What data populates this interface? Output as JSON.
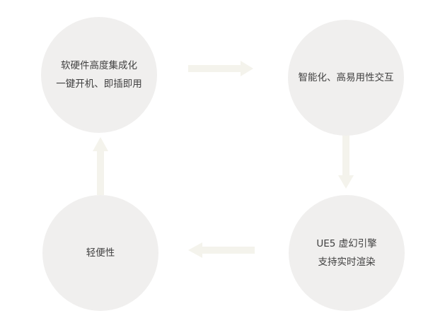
{
  "nodes": {
    "top_left": {
      "line1": "软硬件高度集成化",
      "line2": "一键开机、即插即用"
    },
    "top_right": {
      "line1": "智能化、高易用性交互"
    },
    "bottom_right": {
      "line1": "UE5 虚幻引擎",
      "line2": "支持实时渲染"
    },
    "bottom_left": {
      "line1": "轻便性"
    }
  },
  "colors": {
    "node_fill": "#f0efee",
    "arrow_fill": "#f4f3ec",
    "text": "#3f3f3f"
  }
}
